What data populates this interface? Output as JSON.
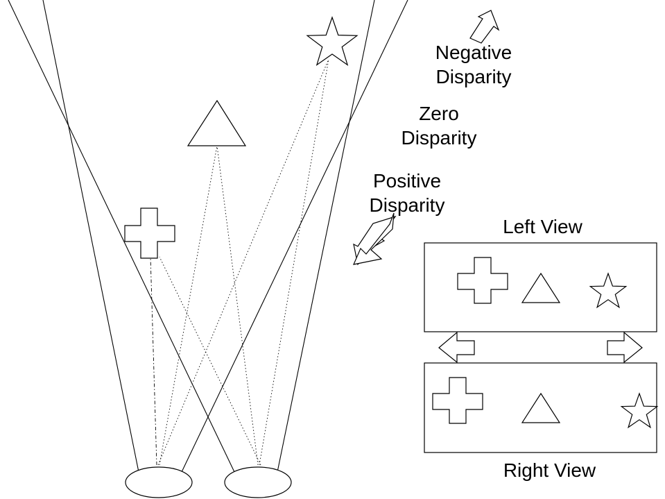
{
  "labels": {
    "negative": "Negative Disparity",
    "zero": "Zero Disparity",
    "positive": "Positive Disparity",
    "left_view": "Left View",
    "right_view": "Right View"
  },
  "colors": {
    "stroke": "#000000",
    "fill": "#ffffff"
  },
  "icons": [
    "star-icon",
    "triangle-icon",
    "cross-icon",
    "eye-icon",
    "arrow-icon"
  ]
}
